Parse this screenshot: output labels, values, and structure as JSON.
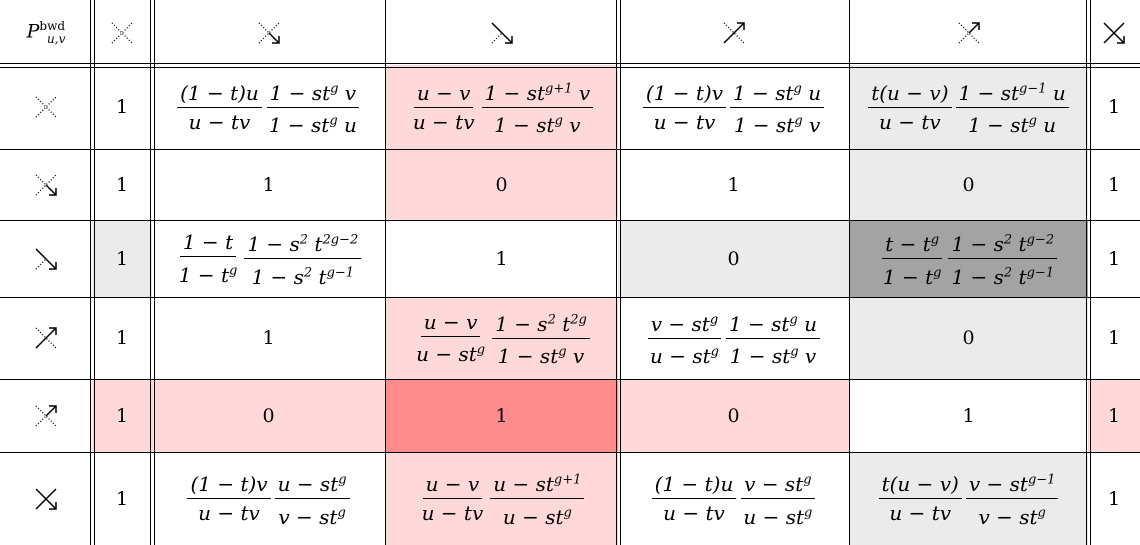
{
  "header": {
    "label_main": "P",
    "label_sup": "bwd",
    "label_sub": "u,v",
    "columns": [
      {
        "id": "c0",
        "icon": "cross-dotted-dotted-icon"
      },
      {
        "id": "c1",
        "icon": "cross-dotted-solid-down-icon"
      },
      {
        "id": "c2",
        "icon": "cross-solid-down-dotted-icon"
      },
      {
        "id": "c3",
        "icon": "cross-dotted-solid-up-icon"
      },
      {
        "id": "c4",
        "icon": "cross-solid-up-dotted-icon"
      },
      {
        "id": "c5",
        "icon": "cross-solid-solid-icon"
      }
    ]
  },
  "rows": [
    {
      "icon": "cross-dotted-dotted-icon",
      "cells": [
        {
          "kind": "num",
          "text": "1"
        },
        {
          "kind": "expr",
          "terms": [
            [
              "(1 − t)u",
              "u − tv"
            ],
            [
              "1 − st^g v",
              "1 − st^g u"
            ]
          ]
        },
        {
          "kind": "expr",
          "terms": [
            [
              "u − v",
              "u − tv"
            ],
            [
              "1 − st^{g+1} v",
              "1 − st^g v"
            ]
          ]
        },
        {
          "kind": "expr",
          "terms": [
            [
              "(1 − t)v",
              "u − tv"
            ],
            [
              "1 − st^g u",
              "1 − st^g v"
            ]
          ]
        },
        {
          "kind": "expr",
          "terms": [
            [
              "t(u − v)",
              "u − tv"
            ],
            [
              "1 − st^{g−1} u",
              "1 − st^g u"
            ]
          ]
        },
        {
          "kind": "num",
          "text": "1"
        }
      ]
    },
    {
      "icon": "cross-dotted-solid-down-icon",
      "cells": [
        {
          "kind": "num",
          "text": "1"
        },
        {
          "kind": "num",
          "text": "1"
        },
        {
          "kind": "num",
          "text": "0"
        },
        {
          "kind": "num",
          "text": "1"
        },
        {
          "kind": "num",
          "text": "0"
        },
        {
          "kind": "num",
          "text": "1"
        }
      ]
    },
    {
      "icon": "cross-solid-down-dotted-icon",
      "cells": [
        {
          "kind": "num",
          "text": "1"
        },
        {
          "kind": "expr",
          "terms": [
            [
              "1 − t",
              "1 − t^g"
            ],
            [
              "1 − s^2 t^{2g−2}",
              "1 − s^2 t^{g−1}"
            ]
          ]
        },
        {
          "kind": "num",
          "text": "1"
        },
        {
          "kind": "num",
          "text": "0"
        },
        {
          "kind": "expr",
          "terms": [
            [
              "t − t^g",
              "1 − t^g"
            ],
            [
              "1 − s^2 t^{g−2}",
              "1 − s^2 t^{g−1}"
            ]
          ]
        },
        {
          "kind": "num",
          "text": "1"
        }
      ]
    },
    {
      "icon": "cross-dotted-solid-up-icon",
      "cells": [
        {
          "kind": "num",
          "text": "1"
        },
        {
          "kind": "num",
          "text": "1"
        },
        {
          "kind": "expr",
          "terms": [
            [
              "u − v",
              "u − st^g"
            ],
            [
              "1 − s^2 t^{2g}",
              "1 − st^g v"
            ]
          ]
        },
        {
          "kind": "expr",
          "terms": [
            [
              "v − st^g",
              "u − st^g"
            ],
            [
              "1 − st^g u",
              "1 − st^g v"
            ]
          ]
        },
        {
          "kind": "num",
          "text": "0"
        },
        {
          "kind": "num",
          "text": "1"
        }
      ]
    },
    {
      "icon": "cross-solid-up-dotted-icon",
      "cells": [
        {
          "kind": "num",
          "text": "1"
        },
        {
          "kind": "num",
          "text": "0"
        },
        {
          "kind": "num",
          "text": "1"
        },
        {
          "kind": "num",
          "text": "0"
        },
        {
          "kind": "num",
          "text": "1"
        },
        {
          "kind": "num",
          "text": "1"
        }
      ]
    },
    {
      "icon": "cross-solid-solid-icon",
      "cells": [
        {
          "kind": "num",
          "text": "1"
        },
        {
          "kind": "expr",
          "terms": [
            [
              "(1 − t)v",
              "u − tv"
            ],
            [
              "u − st^g",
              "v − st^g"
            ]
          ]
        },
        {
          "kind": "expr",
          "terms": [
            [
              "u − v",
              "u − tv"
            ],
            [
              "u − st^{g+1}",
              "u − st^g"
            ]
          ]
        },
        {
          "kind": "expr",
          "terms": [
            [
              "(1 − t)u",
              "u − tv"
            ],
            [
              "v − st^g",
              "u − st^g"
            ]
          ]
        },
        {
          "kind": "expr",
          "terms": [
            [
              "t(u − v)",
              "u − tv"
            ],
            [
              "v − st^{g−1}",
              "v − st^g"
            ]
          ]
        },
        {
          "kind": "num",
          "text": "1"
        }
      ]
    }
  ],
  "shading": [
    [
      "white",
      "white",
      "pink",
      "white",
      "lightgray",
      "white"
    ],
    [
      "white",
      "white",
      "pink",
      "white",
      "lightgray",
      "white"
    ],
    [
      "lightgray",
      "white",
      "white",
      "lightgray",
      "darkgray",
      "white"
    ],
    [
      "white",
      "white",
      "pink",
      "white",
      "lightgray",
      "white"
    ],
    [
      "pink",
      "pink",
      "red",
      "pink",
      "white",
      "pink"
    ],
    [
      "white",
      "white",
      "pink",
      "white",
      "lightgray",
      "white"
    ]
  ],
  "colors": {
    "white": "#ffffff",
    "pink": "#ffd9d9",
    "red": "#ff8c8c",
    "lightgray": "#ebebeb",
    "darkgray": "#a3a3a3"
  }
}
